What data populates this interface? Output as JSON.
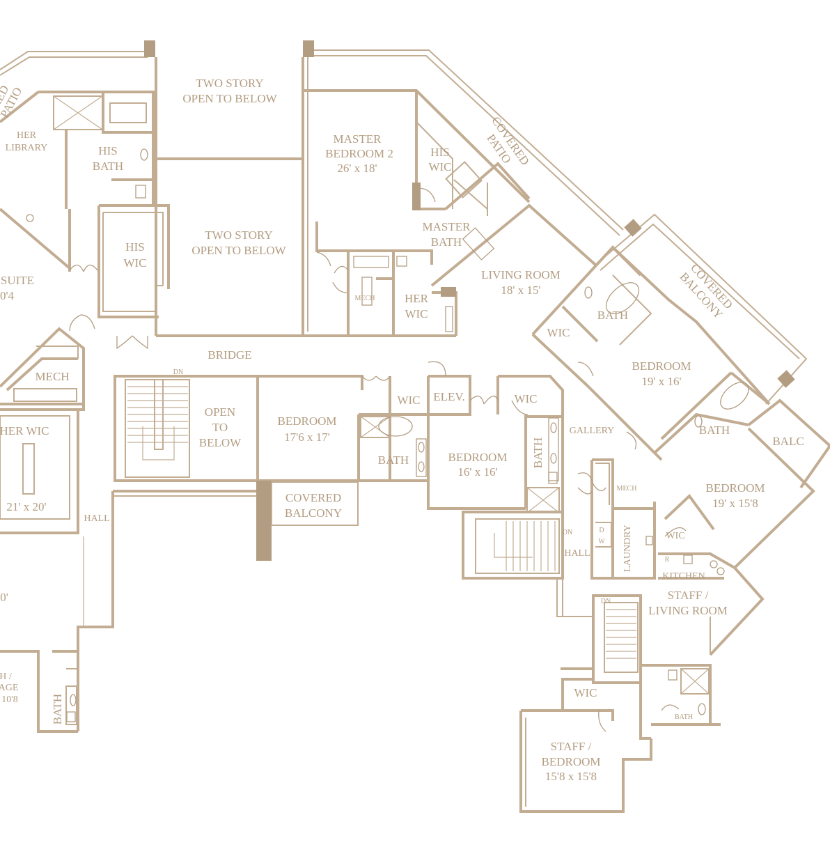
{
  "colors": {
    "wall": "#c2ad93",
    "text": "#b39d82",
    "background": "#ffffff"
  },
  "labels": {
    "covered_patio_left": [
      "RED",
      "PATIO"
    ],
    "her_library": [
      "HER",
      "LIBRARY"
    ],
    "his_bath": [
      "HIS",
      "BATH"
    ],
    "two_story_top": [
      "TWO STORY",
      "OPEN TO BELOW"
    ],
    "master_bedroom_2": [
      "MASTER",
      "BEDROOM 2",
      "26' x 18'"
    ],
    "his_wic_right": [
      "HIS",
      "WIC"
    ],
    "covered_patio_right": [
      "COVERED",
      "PATIO"
    ],
    "suite_left": [
      "SUITE",
      "0'4"
    ],
    "his_wic_left": [
      "HIS",
      "WIC"
    ],
    "two_story_mid": [
      "TWO STORY",
      "OPEN TO BELOW"
    ],
    "master_bath": [
      "MASTER",
      "BATH"
    ],
    "mech_small": "MECH",
    "her_wic_center": [
      "HER",
      "WIC"
    ],
    "living_room": [
      "LIVING ROOM",
      "18' x 15'"
    ],
    "covered_balcony_right": [
      "COVERED",
      "BALCONY"
    ],
    "wic_right": "WIC",
    "bath_right_top": "BATH",
    "bedroom_right_top": [
      "BEDROOM",
      "19' x 16'"
    ],
    "mech_left": "MECH",
    "bridge": "BRIDGE",
    "dn_stair_left": "DN",
    "open_to_below": [
      "OPEN",
      "TO",
      "BELOW"
    ],
    "bedroom_center": [
      "BEDROOM",
      "17'6 x 17'"
    ],
    "wic_center": "WIC",
    "elev": "ELEV.",
    "bath_center": "BATH",
    "wic_center_right": "WIC",
    "bedroom_16": [
      "BEDROOM",
      "16' x 16'"
    ],
    "bath_vertical": "BATH",
    "gallery": "GALLERY",
    "bath_right_mid": "BATH",
    "balc": "BALC",
    "her_wic_left": [
      "HER WIC",
      "21' x 20'"
    ],
    "hall_left": "HALL",
    "covered_balcony_center": [
      "COVERED",
      "BALCONY"
    ],
    "mech_right": "MECH",
    "bedroom_right_low": [
      "BEDROOM",
      "19' x 15'8"
    ],
    "dn_stair_center": "DN",
    "hall_center": "HALL",
    "dw": [
      "D",
      "W"
    ],
    "laundry": "LAUNDRY",
    "wic_small_right": "WIC",
    "kitchen_r": "R",
    "kitchen": "KITCHEN",
    "staff_living": [
      "STAFF /",
      "LIVING ROOM"
    ],
    "dn_stair_right": "DN",
    "left_partial_o": "0'",
    "left_partial_storage": [
      "H /",
      "AGE",
      "10'8"
    ],
    "bath_left_vertical": "BATH",
    "wic_staff": "WIC",
    "bath_staff": "BATH",
    "staff_bedroom": [
      "STAFF /",
      "BEDROOM",
      "15'8 x 15'8"
    ]
  }
}
